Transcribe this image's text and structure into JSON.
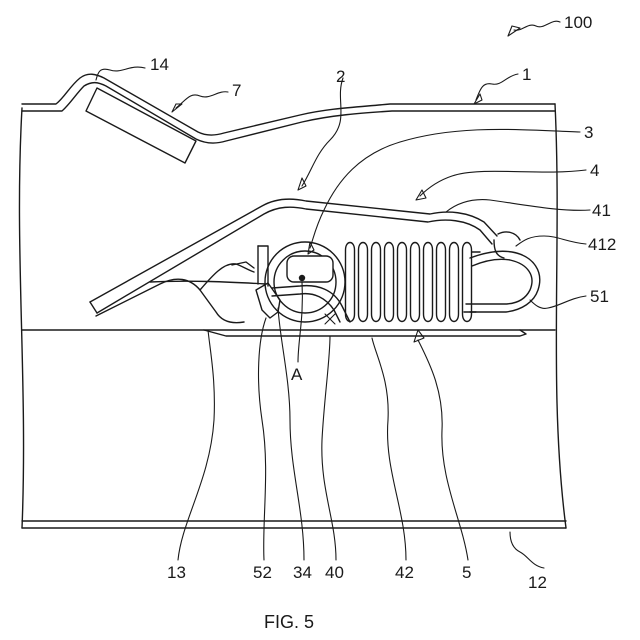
{
  "figure": {
    "caption": "FIG. 5",
    "reference_labels": {
      "r100": "100",
      "r14": "14",
      "r7": "7",
      "r2": "2",
      "r1": "1",
      "r3": "3",
      "r4": "4",
      "r41": "41",
      "r412": "412",
      "r51": "51",
      "rA": "A",
      "r13": "13",
      "r52": "52",
      "r34": "34",
      "r40": "40",
      "r42": "42",
      "r5": "5",
      "r12": "12"
    }
  }
}
